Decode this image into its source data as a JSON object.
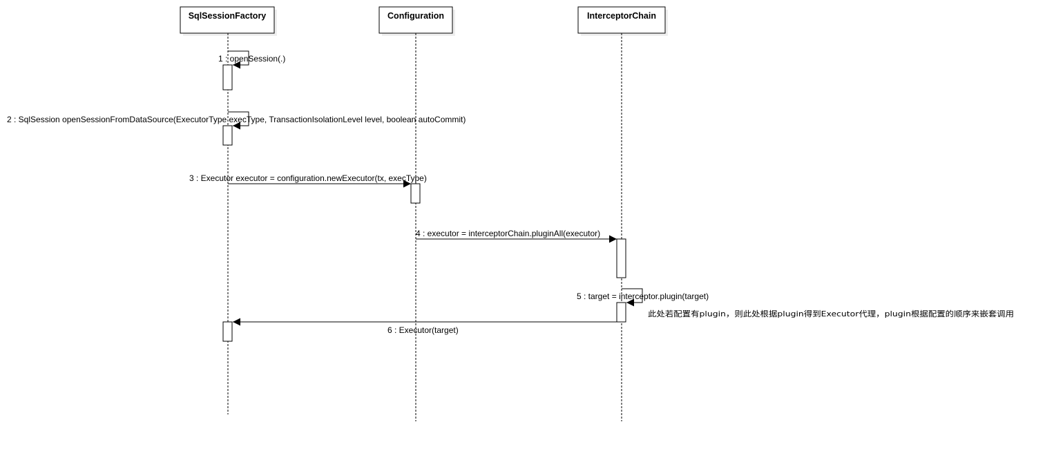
{
  "participants": [
    {
      "id": "sqlsessionfactory",
      "name": "SqlSessionFactory"
    },
    {
      "id": "configuration",
      "name": "Configuration"
    },
    {
      "id": "interceptorchain",
      "name": "InterceptorChain"
    }
  ],
  "messages": [
    {
      "id": "m1",
      "label": "1 : openSession(.)",
      "from": "sqlsessionfactory",
      "to": "sqlsessionfactory"
    },
    {
      "id": "m2",
      "label": "2 : SqlSession openSessionFromDataSource(ExecutorType execType, TransactionIsolationLevel level, boolean autoCommit)",
      "from": "sqlsessionfactory",
      "to": "sqlsessionfactory"
    },
    {
      "id": "m3",
      "label": "3 : Executor executor = configuration.newExecutor(tx, execType)",
      "from": "sqlsessionfactory",
      "to": "configuration"
    },
    {
      "id": "m4",
      "label": "4 : executor = interceptorChain.pluginAll(executor)",
      "from": "configuration",
      "to": "interceptorchain"
    },
    {
      "id": "m5",
      "label": "5 : target = interceptor.plugin(target)",
      "from": "interceptorchain",
      "to": "interceptorchain"
    },
    {
      "id": "m6",
      "label": "6 : Executor(target)",
      "from": "interceptorchain",
      "to": "sqlsessionfactory"
    }
  ],
  "note": "此处若配置有plugin，则此处根据plugin得到Executor代理，plugin根据配置的顺序来嵌套调用"
}
